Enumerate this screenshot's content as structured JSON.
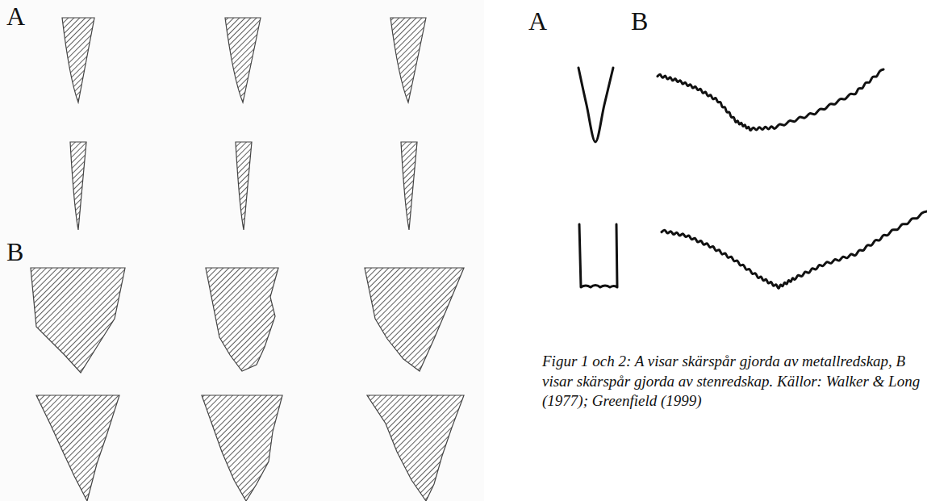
{
  "diagram": {
    "caption": "Figur 1 och 2: A visar skärspår gjorda av metallredskap, B visar skärspår gjorda av stenredskap. Källor: Walker & Long (1977); Greenfield (1999)",
    "labels": [
      "A",
      "B",
      "A",
      "B"
    ]
  }
}
